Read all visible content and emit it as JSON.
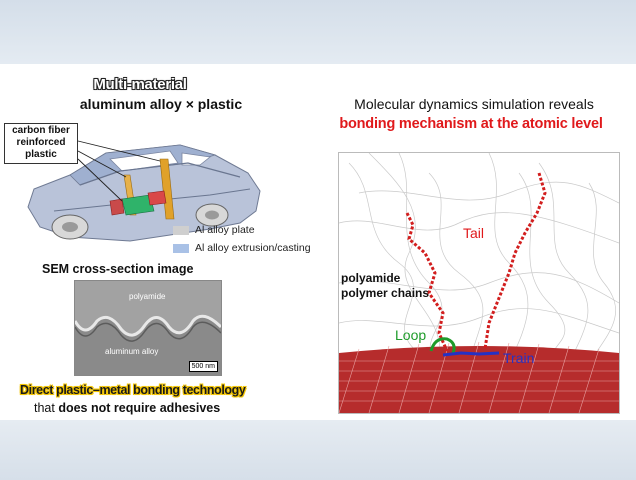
{
  "left": {
    "headline": "Multi-material",
    "subheadline": "aluminum alloy × plastic",
    "callout": [
      "carbon fiber",
      "reinforced",
      "plastic"
    ],
    "legend": [
      {
        "label": "Al alloy plate",
        "color": "#cfcfcf"
      },
      {
        "label": "Al alloy extrusion/casting",
        "color": "#a9c1e6"
      }
    ],
    "sem_title": "SEM cross-section image",
    "sem_label_top": "polyamide",
    "sem_label_bottom": "aluminum alloy",
    "sem_scale": "500 nm",
    "tagline": "Direct plastic–metal bonding technology",
    "tagline2_pre": "that ",
    "tagline2_bold": "does not require adhesives"
  },
  "right": {
    "title_line1": "Molecular dynamics simulation reveals",
    "title_line2": "bonding mechanism at the atomic level",
    "label_polymer": [
      "polyamide",
      "polymer chains"
    ],
    "label_tail": "Tail",
    "label_loop": "Loop",
    "label_train": "Train"
  },
  "colors": {
    "accent_red": "#e0191b",
    "loop_green": "#1e9b2a",
    "train_blue": "#2531c4",
    "tagline_yellow": "#f2c400"
  }
}
